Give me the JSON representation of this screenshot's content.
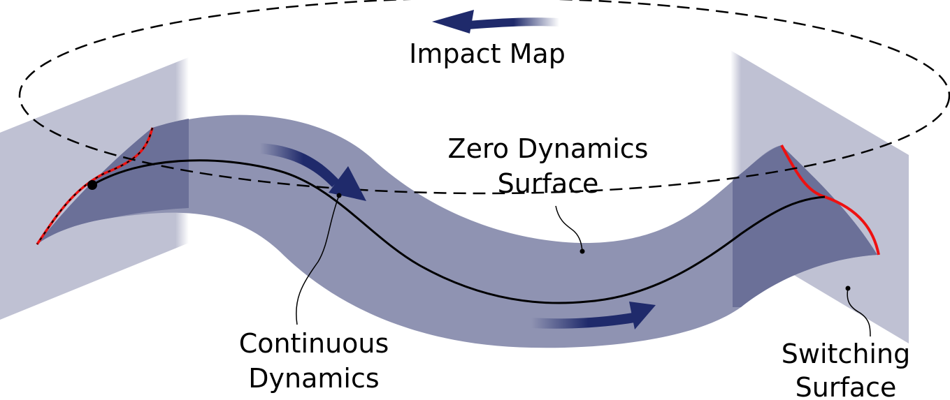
{
  "labels": {
    "impact_map": "Impact Map",
    "zero_dynamics_line1": "Zero Dynamics",
    "zero_dynamics_line2": "Surface",
    "continuous_line1": "Continuous",
    "continuous_line2": "Dynamics",
    "switching_line1": "Switching",
    "switching_line2": "Surface"
  },
  "colors": {
    "plane": "#bfc1d3",
    "band": "#8f93b2",
    "band_overlap": "#6b7098",
    "arrow": "#1f2a6b",
    "switching_curve": "#ee1111",
    "trajectory": "#000000"
  }
}
